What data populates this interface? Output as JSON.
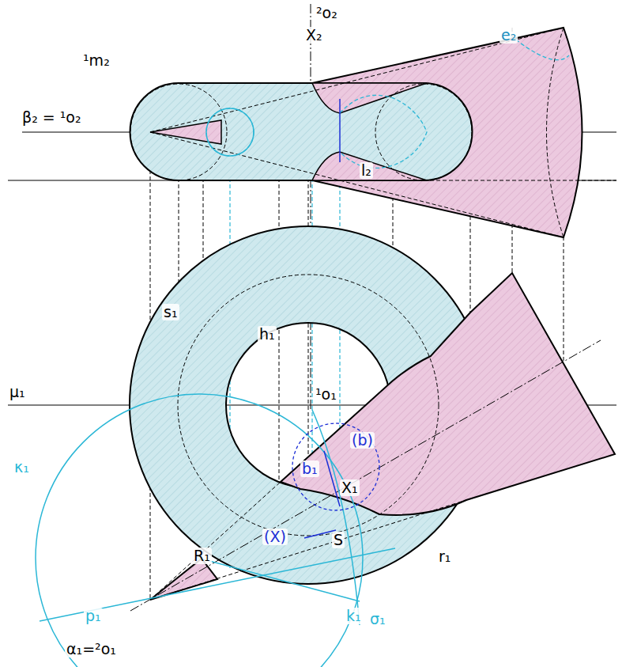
{
  "diagram": {
    "labels": [
      "²o₂",
      "¹m₂",
      "X₂",
      "e₂",
      "β₂ = ¹o₂",
      "l₂",
      "s₁",
      "h₁",
      "μ₁",
      "¹o₁",
      "(b)",
      "b₁",
      "X₁",
      "κ₁",
      "(X)",
      "S",
      "R₁",
      "r₁",
      "k₁",
      "σ₁",
      "p₁",
      "α₁=²o₁"
    ]
  }
}
